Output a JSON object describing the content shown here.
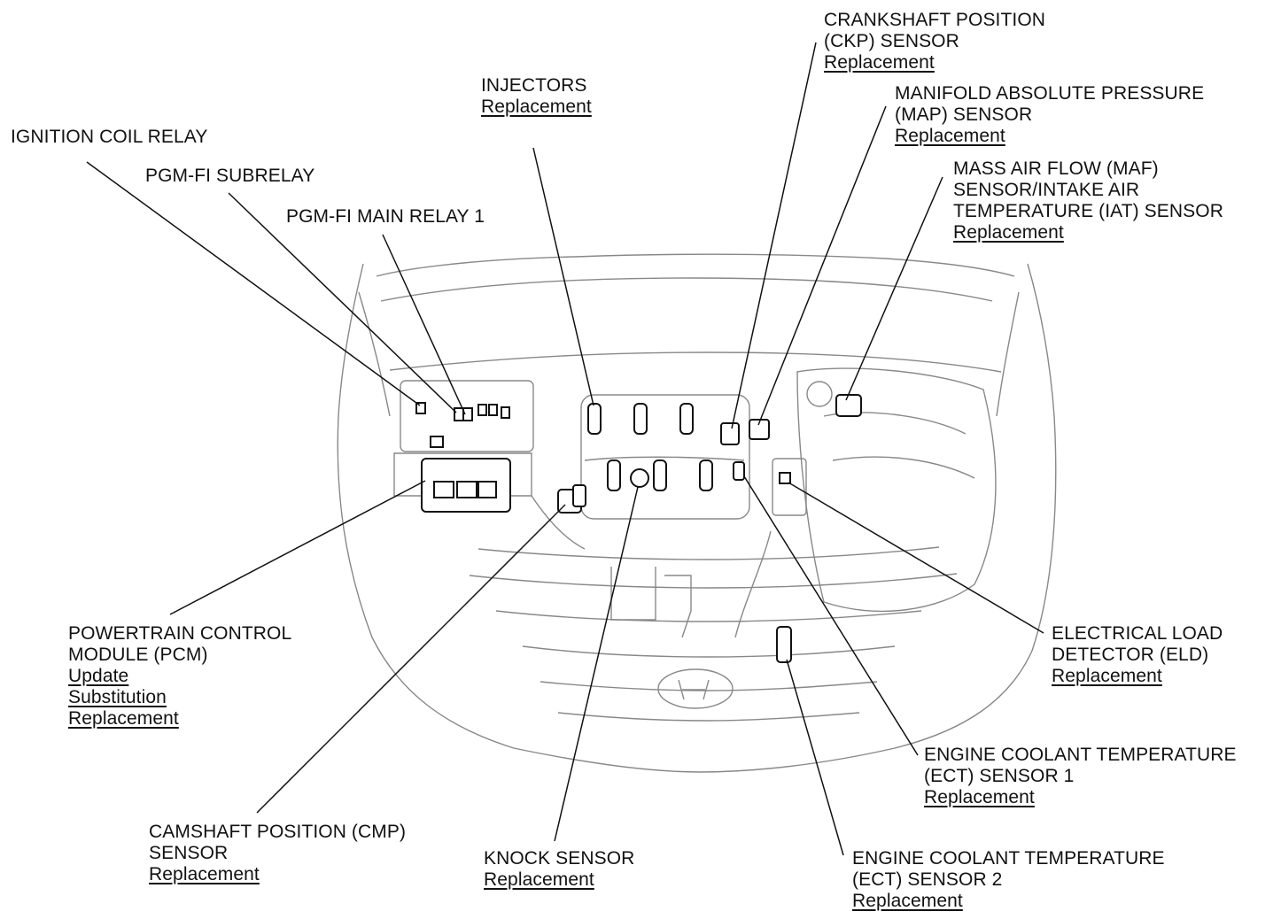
{
  "labels": {
    "ignition_coil_relay": {
      "lines": [
        "IGNITION COIL RELAY"
      ],
      "links": []
    },
    "pgm_fi_subrelay": {
      "lines": [
        "PGM-FI SUBRELAY"
      ],
      "links": []
    },
    "pgm_fi_main_relay": {
      "lines": [
        "PGM-FI MAIN RELAY 1"
      ],
      "links": []
    },
    "injectors": {
      "lines": [
        "INJECTORS"
      ],
      "links": [
        "Replacement"
      ]
    },
    "ckp_sensor": {
      "lines": [
        "CRANKSHAFT POSITION",
        "(CKP) SENSOR"
      ],
      "links": [
        "Replacement"
      ]
    },
    "map_sensor": {
      "lines": [
        "MANIFOLD ABSOLUTE PRESSURE",
        "(MAP) SENSOR"
      ],
      "links": [
        "Replacement"
      ]
    },
    "maf_iat_sensor": {
      "lines": [
        "MASS AIR FLOW (MAF)",
        "SENSOR/INTAKE AIR",
        "TEMPERATURE (IAT) SENSOR"
      ],
      "links": [
        "Replacement"
      ]
    },
    "pcm": {
      "lines": [
        "POWERTRAIN CONTROL",
        "MODULE (PCM)"
      ],
      "links": [
        "Update",
        "Substitution",
        "Replacement"
      ]
    },
    "eld": {
      "lines": [
        "ELECTRICAL LOAD",
        "DETECTOR (ELD)"
      ],
      "links": [
        "Replacement"
      ]
    },
    "ect_sensor_1": {
      "lines": [
        "ENGINE COOLANT TEMPERATURE",
        "(ECT) SENSOR 1"
      ],
      "links": [
        "Replacement"
      ]
    },
    "cmp_sensor": {
      "lines": [
        "CAMSHAFT POSITION (CMP)",
        "SENSOR"
      ],
      "links": [
        "Replacement"
      ]
    },
    "knock_sensor": {
      "lines": [
        "KNOCK SENSOR"
      ],
      "links": [
        "Replacement"
      ]
    },
    "ect_sensor_2": {
      "lines": [
        "ENGINE COOLANT TEMPERATURE",
        "(ECT) SENSOR 2"
      ],
      "links": [
        "Replacement"
      ]
    }
  }
}
